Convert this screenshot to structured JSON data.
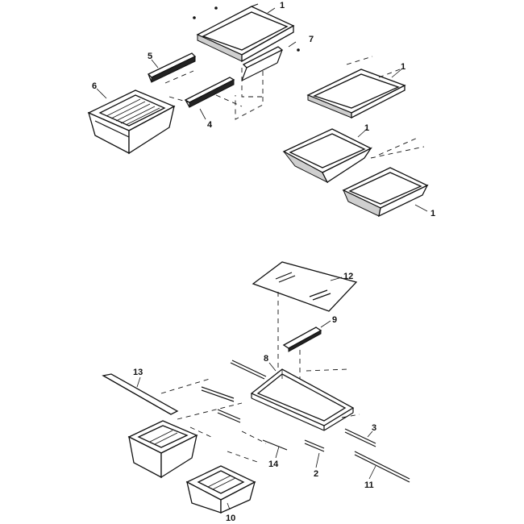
{
  "diagram": {
    "callouts": {
      "c1a": "1",
      "c1b": "1",
      "c1c": "1",
      "c1d": "1",
      "c2": "2",
      "c3": "3",
      "c4": "4",
      "c5": "5",
      "c6": "6",
      "c7": "7",
      "c8": "8",
      "c9": "9",
      "c10": "10",
      "c11": "11",
      "c12": "12",
      "c13": "13",
      "c14": "14"
    }
  }
}
